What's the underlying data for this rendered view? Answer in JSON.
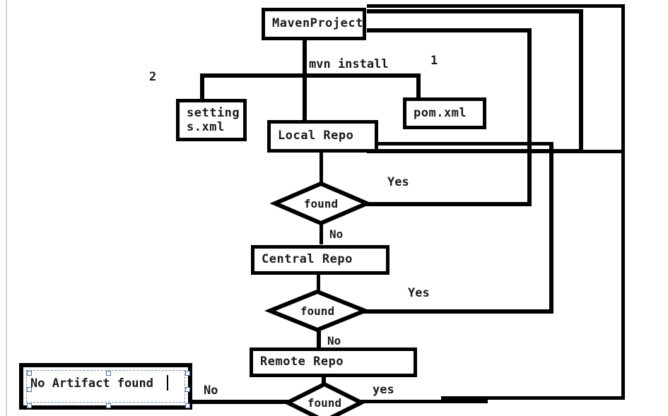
{
  "diagram": {
    "title": "Maven dependency resolution flowchart",
    "ink_color": "#000000",
    "canvas_bg": "#ffffff",
    "selection_color": "#6b8fc4"
  },
  "nodes": {
    "maven_project": "MavenProject",
    "settings_xml": "settings.xml",
    "pom_xml": "pom.xml",
    "local_repo": "Local Repo",
    "central_repo": "Central Repo",
    "remote_repo": "Remote Repo"
  },
  "decisions": {
    "found_local": "found",
    "found_central": "found",
    "found_remote": "found"
  },
  "edge_labels": {
    "mvn_install": "mvn install",
    "marker_one": "1",
    "marker_two": "2",
    "yes_local": "Yes",
    "no_local": "No",
    "yes_central": "Yes",
    "no_central": "No",
    "yes_remote": "yes",
    "no_remote": "No"
  },
  "editing_text_box": {
    "value": "No Artifact found",
    "state": "selected-editing",
    "handles": 8
  }
}
